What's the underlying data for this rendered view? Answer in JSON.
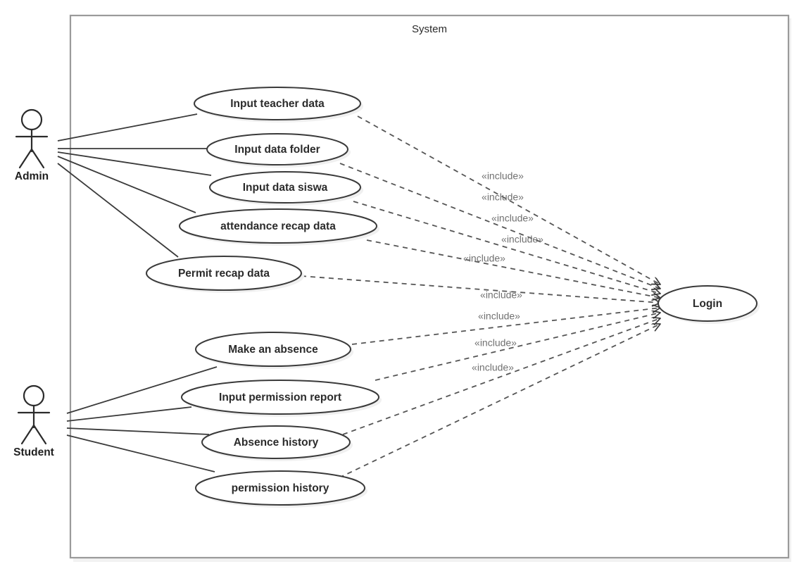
{
  "diagram": {
    "kind": "uml-use-case-diagram",
    "system_boundary_title": "System",
    "include_stereotype": "«include»",
    "colors": {
      "background": "#ffffff",
      "boundary_stroke": "#9a9a9a",
      "ellipse_stroke": "#3a3a3a",
      "line_stroke": "#3a3a3a",
      "include_stroke": "#555555",
      "stereotype_text": "#707070",
      "label_text": "#2b2b2b"
    }
  },
  "actors": [
    {
      "id": "admin",
      "label": "Admin"
    },
    {
      "id": "student",
      "label": "Student"
    }
  ],
  "use_cases": [
    {
      "id": "uc1",
      "label": "Input teacher data",
      "actor": "admin"
    },
    {
      "id": "uc2",
      "label": "Input data folder",
      "actor": "admin"
    },
    {
      "id": "uc3",
      "label": "Input data siswa",
      "actor": "admin"
    },
    {
      "id": "uc4",
      "label": "attendance recap data",
      "actor": "admin"
    },
    {
      "id": "uc5",
      "label": "Permit recap data",
      "actor": "admin"
    },
    {
      "id": "uc6",
      "label": "Make an absence",
      "actor": "student"
    },
    {
      "id": "uc7",
      "label": "Input permission report",
      "actor": "student"
    },
    {
      "id": "uc8",
      "label": "Absence history",
      "actor": "student"
    },
    {
      "id": "uc9",
      "label": "permission history",
      "actor": "student"
    },
    {
      "id": "login",
      "label": "Login",
      "actor": null
    }
  ],
  "include_relations": [
    {
      "from": "uc1",
      "to": "login",
      "label": "«include»"
    },
    {
      "from": "uc2",
      "to": "login",
      "label": "«include»"
    },
    {
      "from": "uc3",
      "to": "login",
      "label": "«include»"
    },
    {
      "from": "uc4",
      "to": "login",
      "label": "«include»"
    },
    {
      "from": "uc5",
      "to": "login",
      "label": "«include»"
    },
    {
      "from": "uc6",
      "to": "login",
      "label": "«include»"
    },
    {
      "from": "uc7",
      "to": "login",
      "label": "«include»"
    },
    {
      "from": "uc8",
      "to": "login",
      "label": "«include»"
    },
    {
      "from": "uc9",
      "to": "login",
      "label": "«include»"
    }
  ],
  "include_labels": [
    {
      "text": "«include»"
    },
    {
      "text": "«include»"
    },
    {
      "text": "«include»"
    },
    {
      "text": "«include»"
    },
    {
      "text": "«include»"
    },
    {
      "text": "«include»"
    },
    {
      "text": "«include»"
    },
    {
      "text": "«include»"
    },
    {
      "text": "«include»"
    }
  ],
  "associations": [
    {
      "actor": "admin",
      "use_case": "uc1"
    },
    {
      "actor": "admin",
      "use_case": "uc2"
    },
    {
      "actor": "admin",
      "use_case": "uc3"
    },
    {
      "actor": "admin",
      "use_case": "uc4"
    },
    {
      "actor": "admin",
      "use_case": "uc5"
    },
    {
      "actor": "student",
      "use_case": "uc6"
    },
    {
      "actor": "student",
      "use_case": "uc7"
    },
    {
      "actor": "student",
      "use_case": "uc8"
    },
    {
      "actor": "student",
      "use_case": "uc9"
    }
  ]
}
